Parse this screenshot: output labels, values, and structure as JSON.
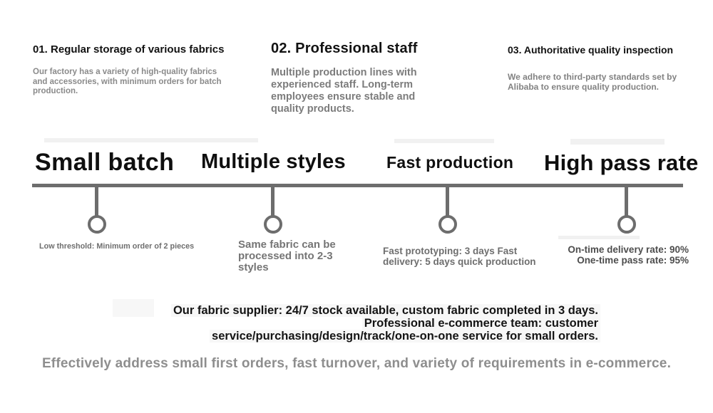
{
  "features": [
    {
      "title": "01. Regular storage of various fabrics",
      "body": "Our factory has a variety of high-quality fabrics\nand accessories, with minimum orders for batch\nproduction."
    },
    {
      "title": "02. Professional staff",
      "body": "Multiple production lines with\nexperienced staff. Long-term\nemployees ensure stable and\nquality products."
    },
    {
      "title": "03. Authoritative quality inspection",
      "body": "We adhere to third-party standards set by\nAlibaba to ensure quality production."
    }
  ],
  "timeline": {
    "items": [
      {
        "label": "Small batch",
        "desc": "Low threshold: Minimum order of 2 pieces"
      },
      {
        "label": "Multiple styles",
        "desc": "Same fabric can be\nprocessed into 2-3\nstyles"
      },
      {
        "label": "Fast production",
        "desc": "Fast prototyping: 3 days Fast\ndelivery: 5 days quick production"
      },
      {
        "label": "High pass rate",
        "desc": "On-time delivery rate: 90%\nOne-time pass rate: 95%"
      }
    ]
  },
  "supplier": {
    "lines": [
      "Our fabric supplier: 24/7 stock available, custom fabric completed in 3 days.",
      "Professional e-commerce team: customer",
      "service/purchasing/design/track/one-on-one service for small orders."
    ]
  },
  "footer": {
    "tagline": "Effectively address small first orders, fast turnover, and variety of requirements in e-commerce."
  },
  "colors": {
    "heading": "#121212",
    "body_gray": "#8a8a8a",
    "timeline_gray": "#6d6d6d",
    "note_dark_gray": "#4d4d4d",
    "supplier_text": "#141414",
    "tagline_gray": "#8e8e8e",
    "highlight": "#f7f7f7",
    "background": "#ffffff"
  }
}
